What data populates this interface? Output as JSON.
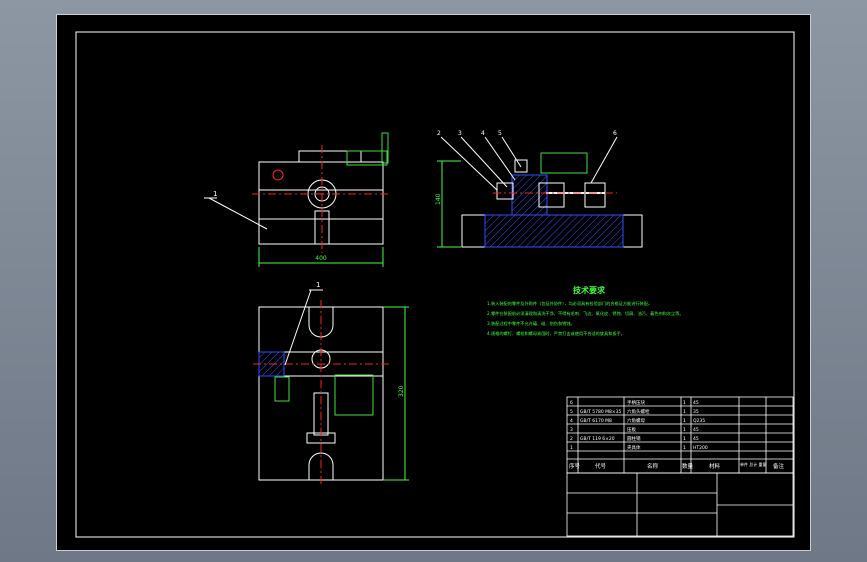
{
  "drawing": {
    "colors": {
      "background": "#000000",
      "frame": "#ffffff",
      "outline": "#ffffff",
      "centerline": "#ff2020",
      "hidden": "#40e040",
      "hatch": "#3050ff",
      "notes": "#40ff40",
      "dimension": "#40ff40",
      "screen": "#7c8593"
    },
    "dimensions": {
      "front_width": "400",
      "side_height": "140",
      "top_height": "320"
    },
    "balloons": {
      "front": "1",
      "top": "1",
      "side": [
        "2",
        "3",
        "4",
        "5",
        "6"
      ]
    },
    "tech_notes": {
      "title": "技术要求",
      "lines": [
        "1.装入装配的零件及外购件（包括外协件），均必须具有检验部门的合格证方能进行装配。",
        "2.零件在装配前必须清理和清洗干净，不得有毛刺、飞边、氧化皮、锈蚀、切屑、油污、着色剂和灰尘等。",
        "3.装配过程中零件不允许磕、碰、划伤和锈蚀。",
        "4.规格的螺钉、螺栓和螺母紧固时，严禁打击或使用不合适的旋具和扳手。"
      ]
    },
    "bom": {
      "rows": [
        [
          "6",
          "",
          "手柄压块",
          "1",
          "45",
          ""
        ],
        [
          "5",
          "GB/T 5780 M8×35",
          "六角头螺栓",
          "1",
          "35",
          ""
        ],
        [
          "4",
          "GB/T 6170 M8",
          "六角螺母",
          "1",
          "Q235",
          ""
        ],
        [
          "3",
          "",
          "压板",
          "1",
          "45",
          ""
        ],
        [
          "2",
          "GB/T 119 6×20",
          "圆柱销",
          "1",
          "45",
          ""
        ],
        [
          "1",
          "",
          "夹具体",
          "1",
          "HT200",
          ""
        ]
      ],
      "header": [
        "序号",
        "代号",
        "名称",
        "数量",
        "材料",
        "单件 总计 重量",
        "备注"
      ]
    }
  }
}
